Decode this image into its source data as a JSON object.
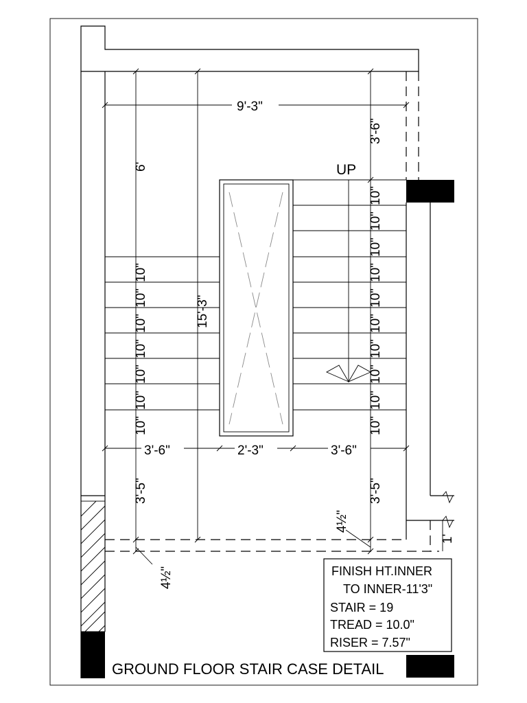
{
  "title": "GROUND FLOOR STAIR CASE DETAIL",
  "up_label": "UP",
  "dims": {
    "overall_width": "9'-3\"",
    "landing_right": "3'-6\"",
    "landing_left": "6'",
    "flight_length": "15'-3\"",
    "bottom_left_width": "3'-6\"",
    "well_width": "2'-3\"",
    "bottom_right_width": "3'-6\"",
    "bottom_left_depth": "3'-5\"",
    "bottom_right_depth": "3'-5\"",
    "tread": "10\"",
    "wall_thickness": "4½\"",
    "slab_right": "1'"
  },
  "notes": {
    "line1": "FINISH HT.INNER",
    "line2": "TO INNER-11'3\"",
    "line3": "STAIR  = 19",
    "line4": "TREAD = 10.0\"",
    "line5": "RISER  = 7.57\""
  }
}
